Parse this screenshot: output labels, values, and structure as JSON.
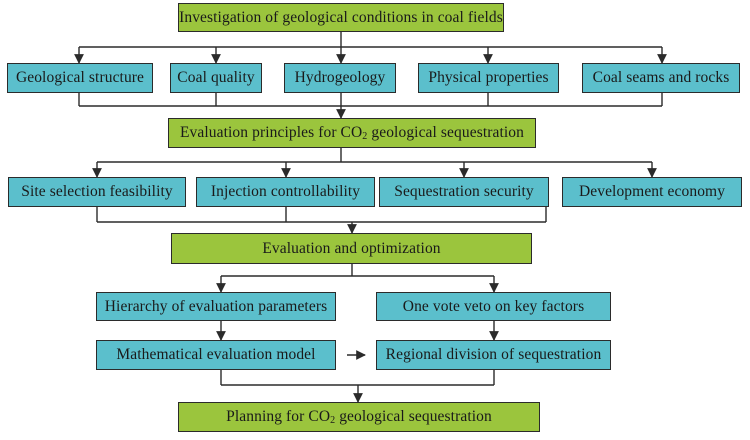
{
  "nodes": {
    "investigation": "Investigation of geological conditions in coal fields",
    "geological_structure": "Geological structure",
    "coal_quality": "Coal quality",
    "hydrogeology": "Hydrogeology",
    "physical_properties": "Physical properties",
    "coal_seams_rocks": "Coal seams and rocks",
    "principles_prefix": "Evaluation principles for CO",
    "principles_sub": "2",
    "principles_suffix": " geological sequestration",
    "site_selection": "Site selection feasibility",
    "injection_controllability": "Injection controllability",
    "sequestration_security": "Sequestration security",
    "development_economy": "Development economy",
    "evaluation_optimization": "Evaluation and optimization",
    "hierarchy_parameters": "Hierarchy of evaluation parameters",
    "one_vote_veto": "One vote veto on key factors",
    "math_model": "Mathematical evaluation model",
    "regional_division": "Regional division of sequestration",
    "planning_prefix": "Planning for CO",
    "planning_sub": "2",
    "planning_suffix": " geological sequestration"
  },
  "colors": {
    "green_box": "#9bc53d",
    "blue_box": "#5bbfcc",
    "line": "#2b2b2b"
  }
}
